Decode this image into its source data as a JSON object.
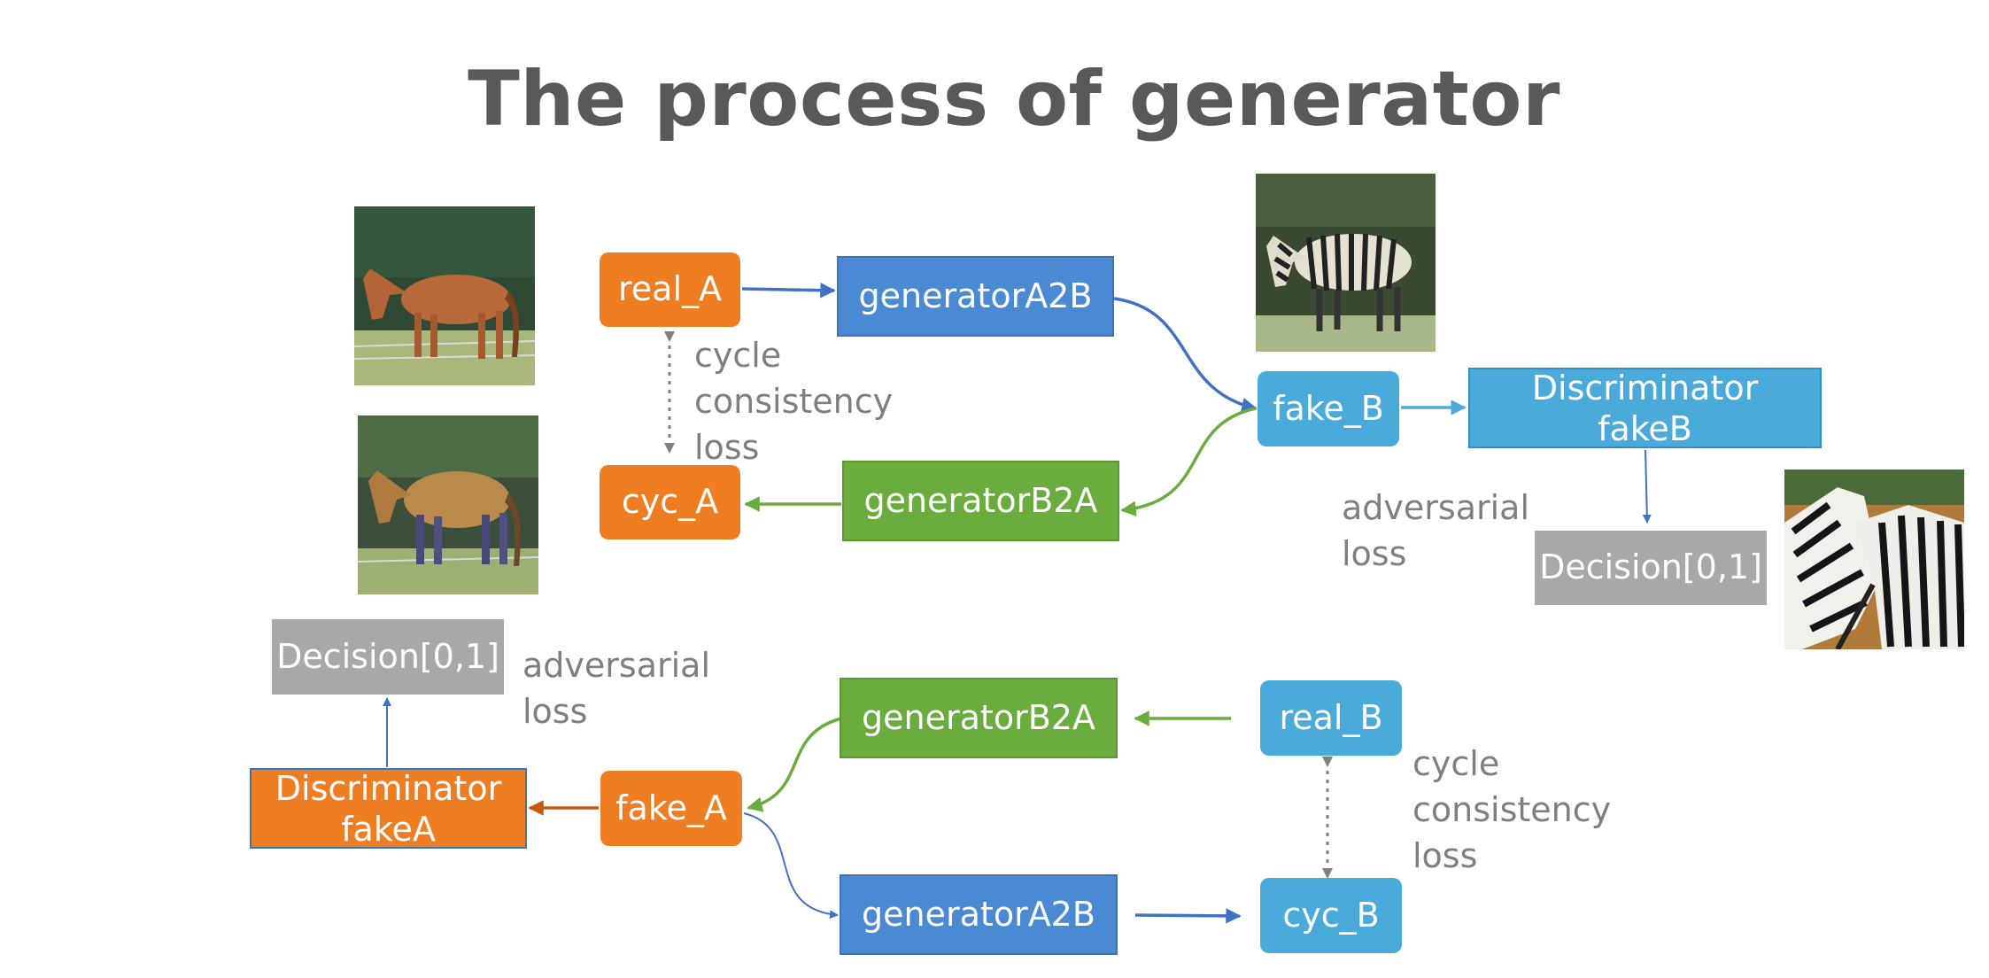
{
  "title": "The process of generator",
  "nodes": {
    "real_a": "real_A",
    "generator_a2b_top": "generatorA2B",
    "fake_b": "fake_B",
    "disc_fake_b_line1": "Discriminator",
    "disc_fake_b_line2": "fakeB",
    "decision_right": "Decision[0,1]",
    "cyc_a": "cyc_A",
    "generator_b2a_top": "generatorB2A",
    "decision_left": "Decision[0,1]",
    "disc_fake_a_line1": "Discriminator",
    "disc_fake_a_line2": "fakeA",
    "fake_a": "fake_A",
    "generator_b2a_bottom": "generatorB2A",
    "real_b": "real_B",
    "generator_a2b_bottom": "generatorA2B",
    "cyc_b": "cyc_B"
  },
  "labels": {
    "cycle_top": [
      "cycle",
      "consistency",
      "loss"
    ],
    "adversarial_right": [
      "adversarial",
      "loss"
    ],
    "adversarial_left": [
      "adversarial",
      "loss"
    ],
    "cycle_bottom": [
      "cycle",
      "consistency",
      "loss"
    ]
  },
  "colors": {
    "orange": "#ef7d22",
    "blue": "#4a8ad2",
    "cyan": "#4aabdb",
    "green": "#6aac3e",
    "gray": "#a8a8a8",
    "title": "#595959"
  }
}
